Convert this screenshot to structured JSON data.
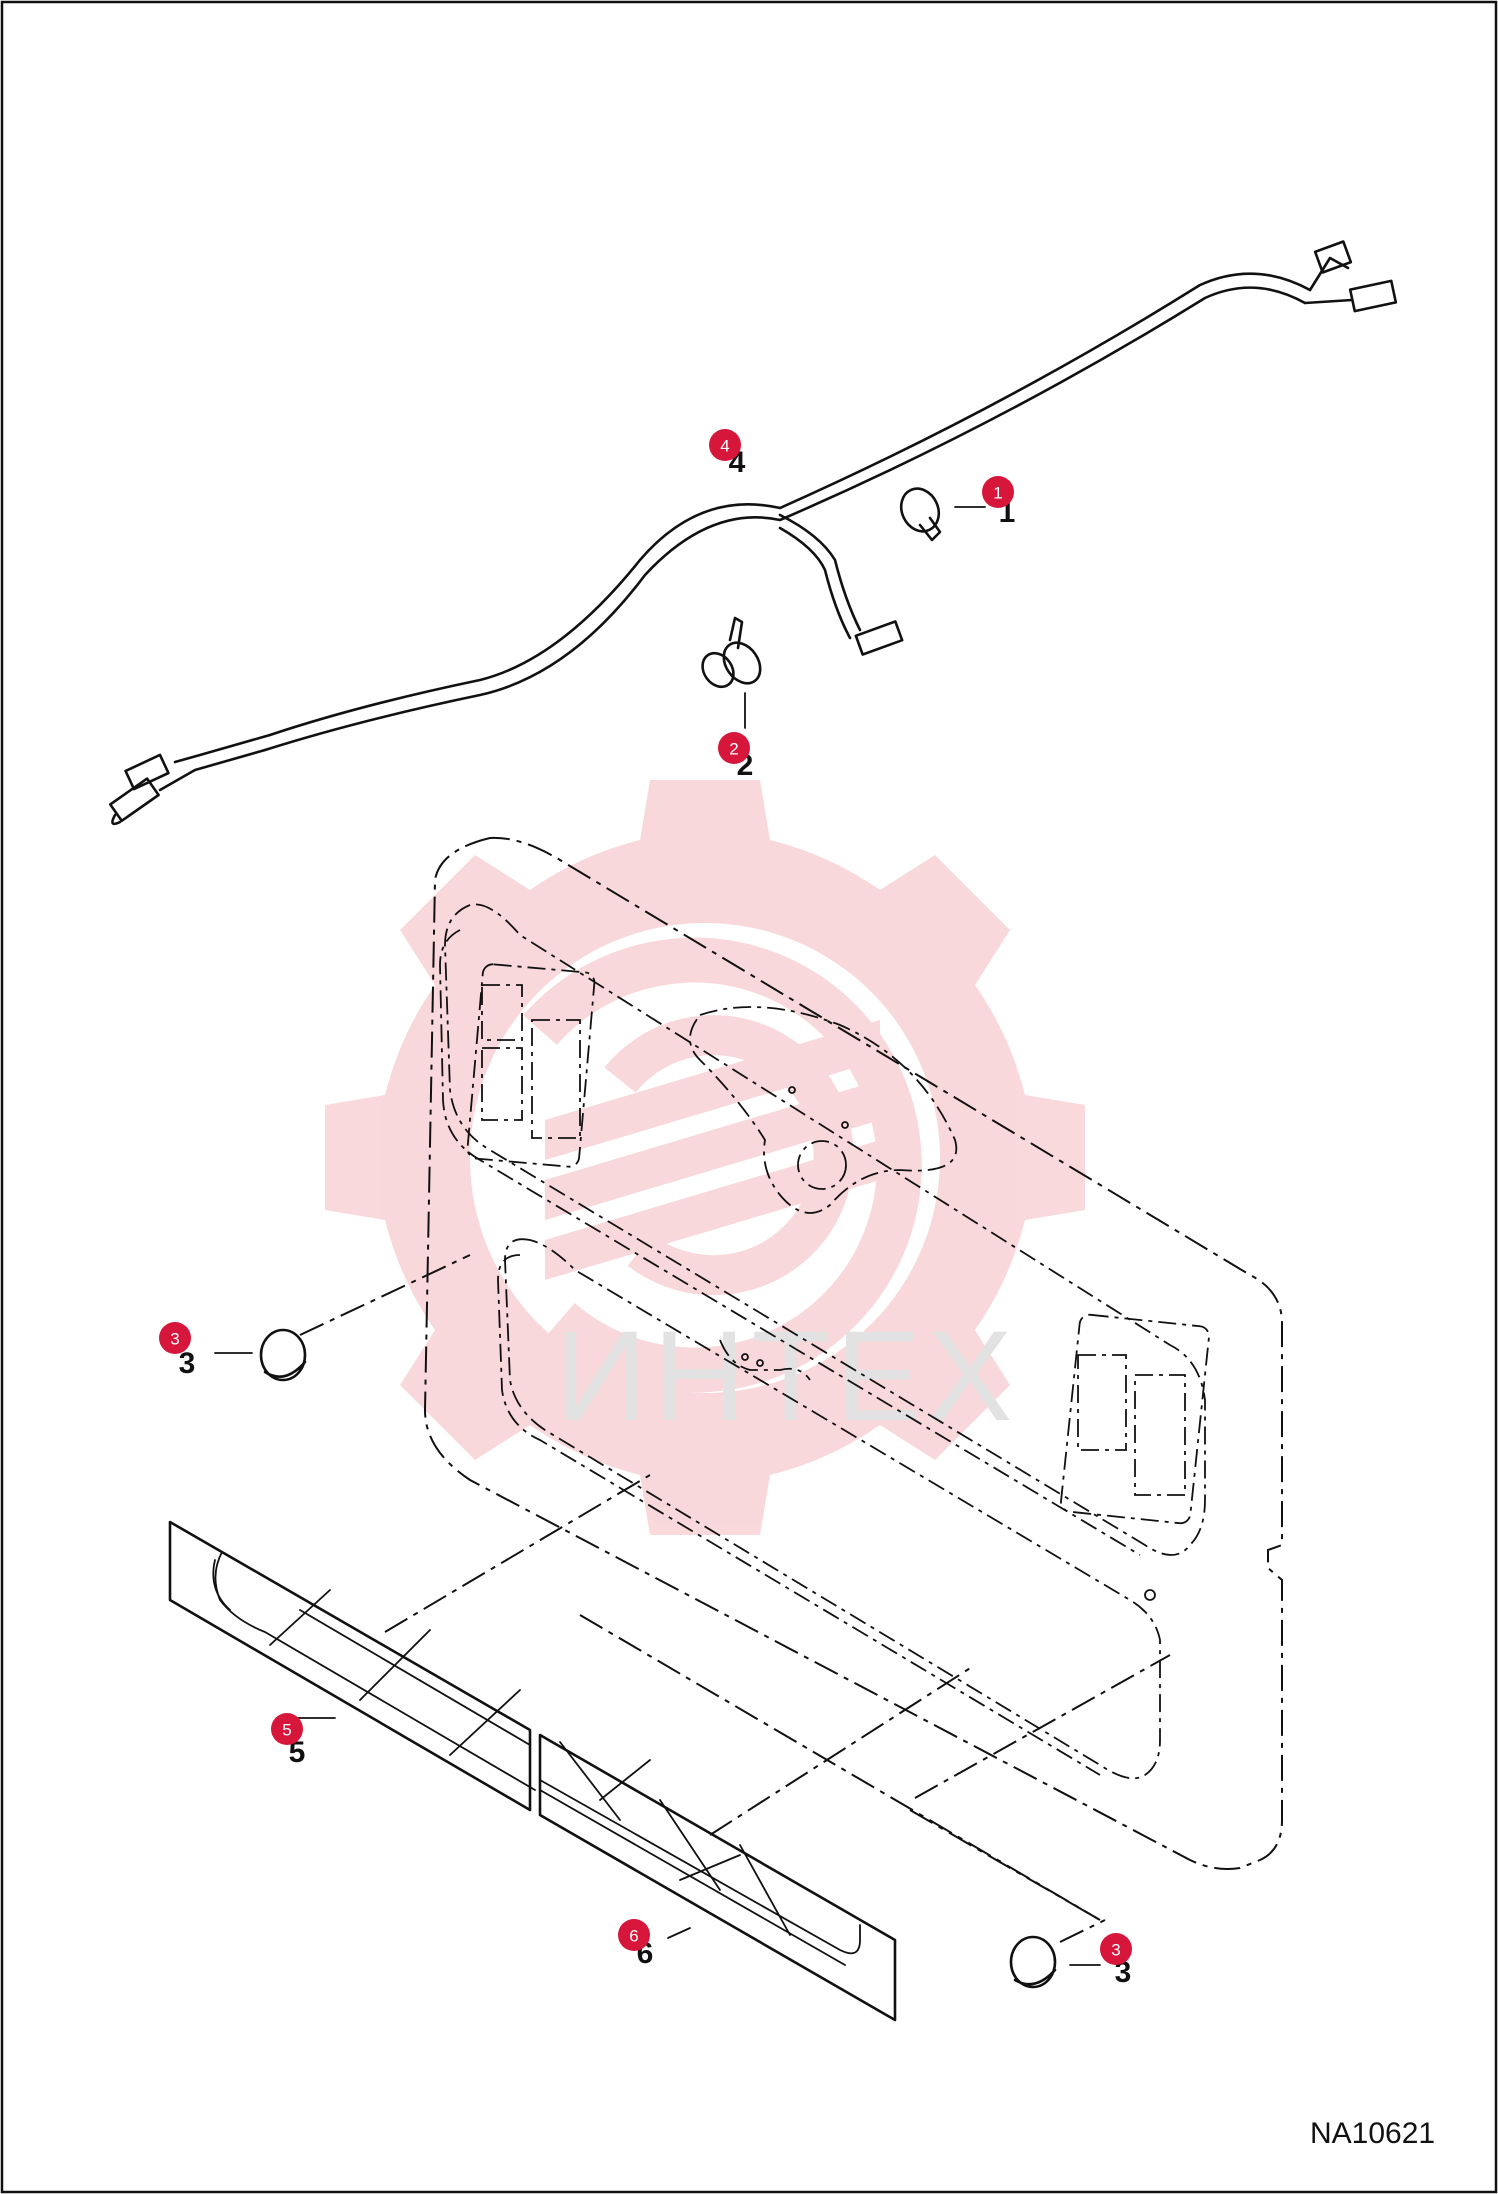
{
  "drawing_code": "NA10621",
  "watermark_text": "ИНТЕХ",
  "colors": {
    "badge": "#d6163a",
    "watermark_gear": "#f9d2d6",
    "lines": "#111111"
  },
  "callouts": [
    {
      "label": "1"
    },
    {
      "label": "2"
    },
    {
      "label": "3"
    },
    {
      "label": "3"
    },
    {
      "label": "4"
    },
    {
      "label": "5"
    },
    {
      "label": "6"
    }
  ]
}
